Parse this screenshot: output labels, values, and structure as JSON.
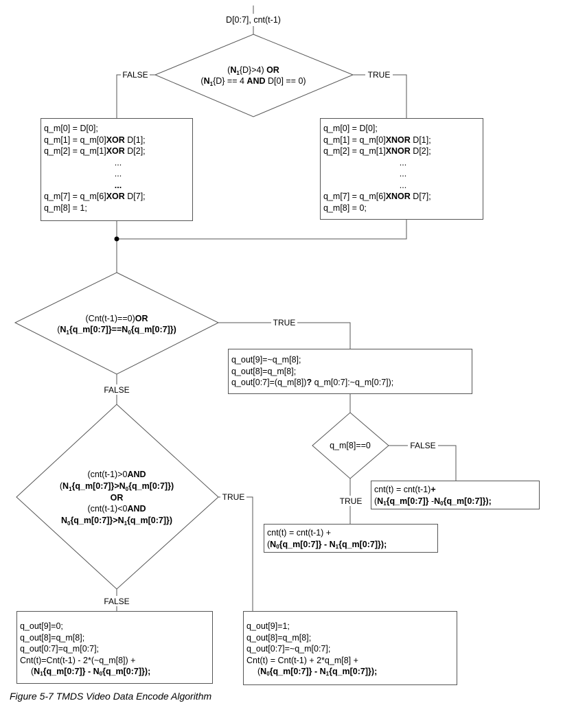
{
  "input_label": "D[0:7], cnt(t-1)",
  "decision1": {
    "line1": {
      "pre": "(",
      "n": "N",
      "sub": "1",
      "rest": "{D}>4) ",
      "op": "OR"
    },
    "line2": {
      "pre": "(",
      "n": "N",
      "sub": "1",
      "rest1": "{D} == 4 ",
      "op": "AND",
      "rest2": " D[0] == 0)"
    },
    "false_label": "FALSE",
    "true_label": "TRUE"
  },
  "box_xor": {
    "lines": [
      "q_m[0] = D[0];"
    ],
    "l1a": "q_m[1] = q_m[0]",
    "l1op": "XOR",
    "l1b": " D[1];",
    "l2a": "q_m[2] = q_m[1]",
    "l2op": "XOR",
    "l2b": " D[2];",
    "ellipsis": [
      "...",
      "...",
      "..."
    ],
    "l7a": "q_m[7] = q_m[6]",
    "l7op": "XOR",
    "l7b": " D[7];",
    "last": "q_m[8] = 1;"
  },
  "box_xnor": {
    "first": "q_m[0] = D[0];",
    "l1a": "q_m[1] = q_m[0]",
    "l1op": "XNOR",
    "l1b": " D[1];",
    "l2a": "q_m[2] = q_m[1]",
    "l2op": "XNOR",
    "l2b": " D[2];",
    "ellipsis": [
      "...",
      "...",
      "..."
    ],
    "l7a": "q_m[7] = q_m[6]",
    "l7op": "XNOR",
    "l7b": " D[7];",
    "last": "q_m[8] = 0;"
  },
  "decision2": {
    "line1a": "(Cnt(t-1)==0)",
    "line1op": "OR",
    "line2": {
      "p1": "(",
      "n1": "N",
      "s1": "1",
      "m": "{q_m[0:7]}==",
      "n0": "N",
      "s0": "0",
      "e": "{q_m[0:7]})"
    },
    "true_label": "TRUE",
    "false_label": "FALSE"
  },
  "box_true2": {
    "l1": "q_out[9]=~q_m[8];",
    "l2": "q_out[8]=q_m[8];",
    "l3a": "q_out[0:7]=(q_m[8])",
    "l3op": "?",
    "l3b": " q_m[0:7]:~q_m[0:7]);"
  },
  "decision3": {
    "text": "q_m[8]==0",
    "false_label": "FALSE",
    "true_label": "TRUE"
  },
  "box_d3_false": {
    "l1a": "cnt(t) = cnt(t-1)",
    "l1b": "+",
    "l2": {
      "p": "(",
      "n1": "N",
      "s1": "1",
      "m": "{q_m[0:7]}",
      "minus": " -",
      "n0": "N",
      "s0": "0",
      "e": "{q_m[0:7]});"
    }
  },
  "box_d3_true": {
    "l1": "cnt(t) = cnt(t-1) +",
    "l2": {
      "p": "(",
      "n0": "N",
      "s0": "0",
      "m": "{q_m[0:7]} - ",
      "n1": "N",
      "s1": "1",
      "e": "{q_m[0:7]});"
    }
  },
  "decision4": {
    "l1a": "(cnt(t-1)>0",
    "l1op": "AND",
    "l2": {
      "p": "(",
      "n1": "N",
      "s1": "1",
      "m": "{q_m[0:7]}>",
      "n0": "N",
      "s0": "0",
      "e": "{q_m[0:7]})"
    },
    "l3": "OR",
    "l4a": "(cnt(t-1)<0",
    "l4op": "AND",
    "l5": {
      "n0": "N",
      "s0": "0",
      "m": "{q_m[0:7]}>",
      "n1": "N",
      "s1": "1",
      "e": "{q_m[0:7]})"
    },
    "true_label": "TRUE",
    "false_label": "FALSE"
  },
  "box_final_false": {
    "l1": "q_out[9]=0;",
    "l2": "q_out[8]=q_m[8];",
    "l3": "q_out[0:7]=q_m[0:7];",
    "l4": "Cnt(t)=Cnt(t-1) - 2*(~q_m[8]) +",
    "l5": {
      "p": "(",
      "n1": "N",
      "s1": "1",
      "m": "{q_m[0:7]} - ",
      "n0": "N",
      "s0": "0",
      "e": "{q_m[0:7]});"
    }
  },
  "box_final_true": {
    "l1": "q_out[9]=1;",
    "l2": "q_out[8]=q_m[8];",
    "l3": "q_out[0:7]=~q_m[0:7];",
    "l4": "Cnt(t) = Cnt(t-1) + 2*q_m[8] +",
    "l5": {
      "p": "(",
      "n0": "N",
      "s0": "0",
      "m": "{q_m[0:7]} - ",
      "n1": "N",
      "s1": "1",
      "e": "{q_m[0:7]});"
    }
  },
  "caption": "Figure 5-7 TMDS Video Data Encode Algorithm"
}
